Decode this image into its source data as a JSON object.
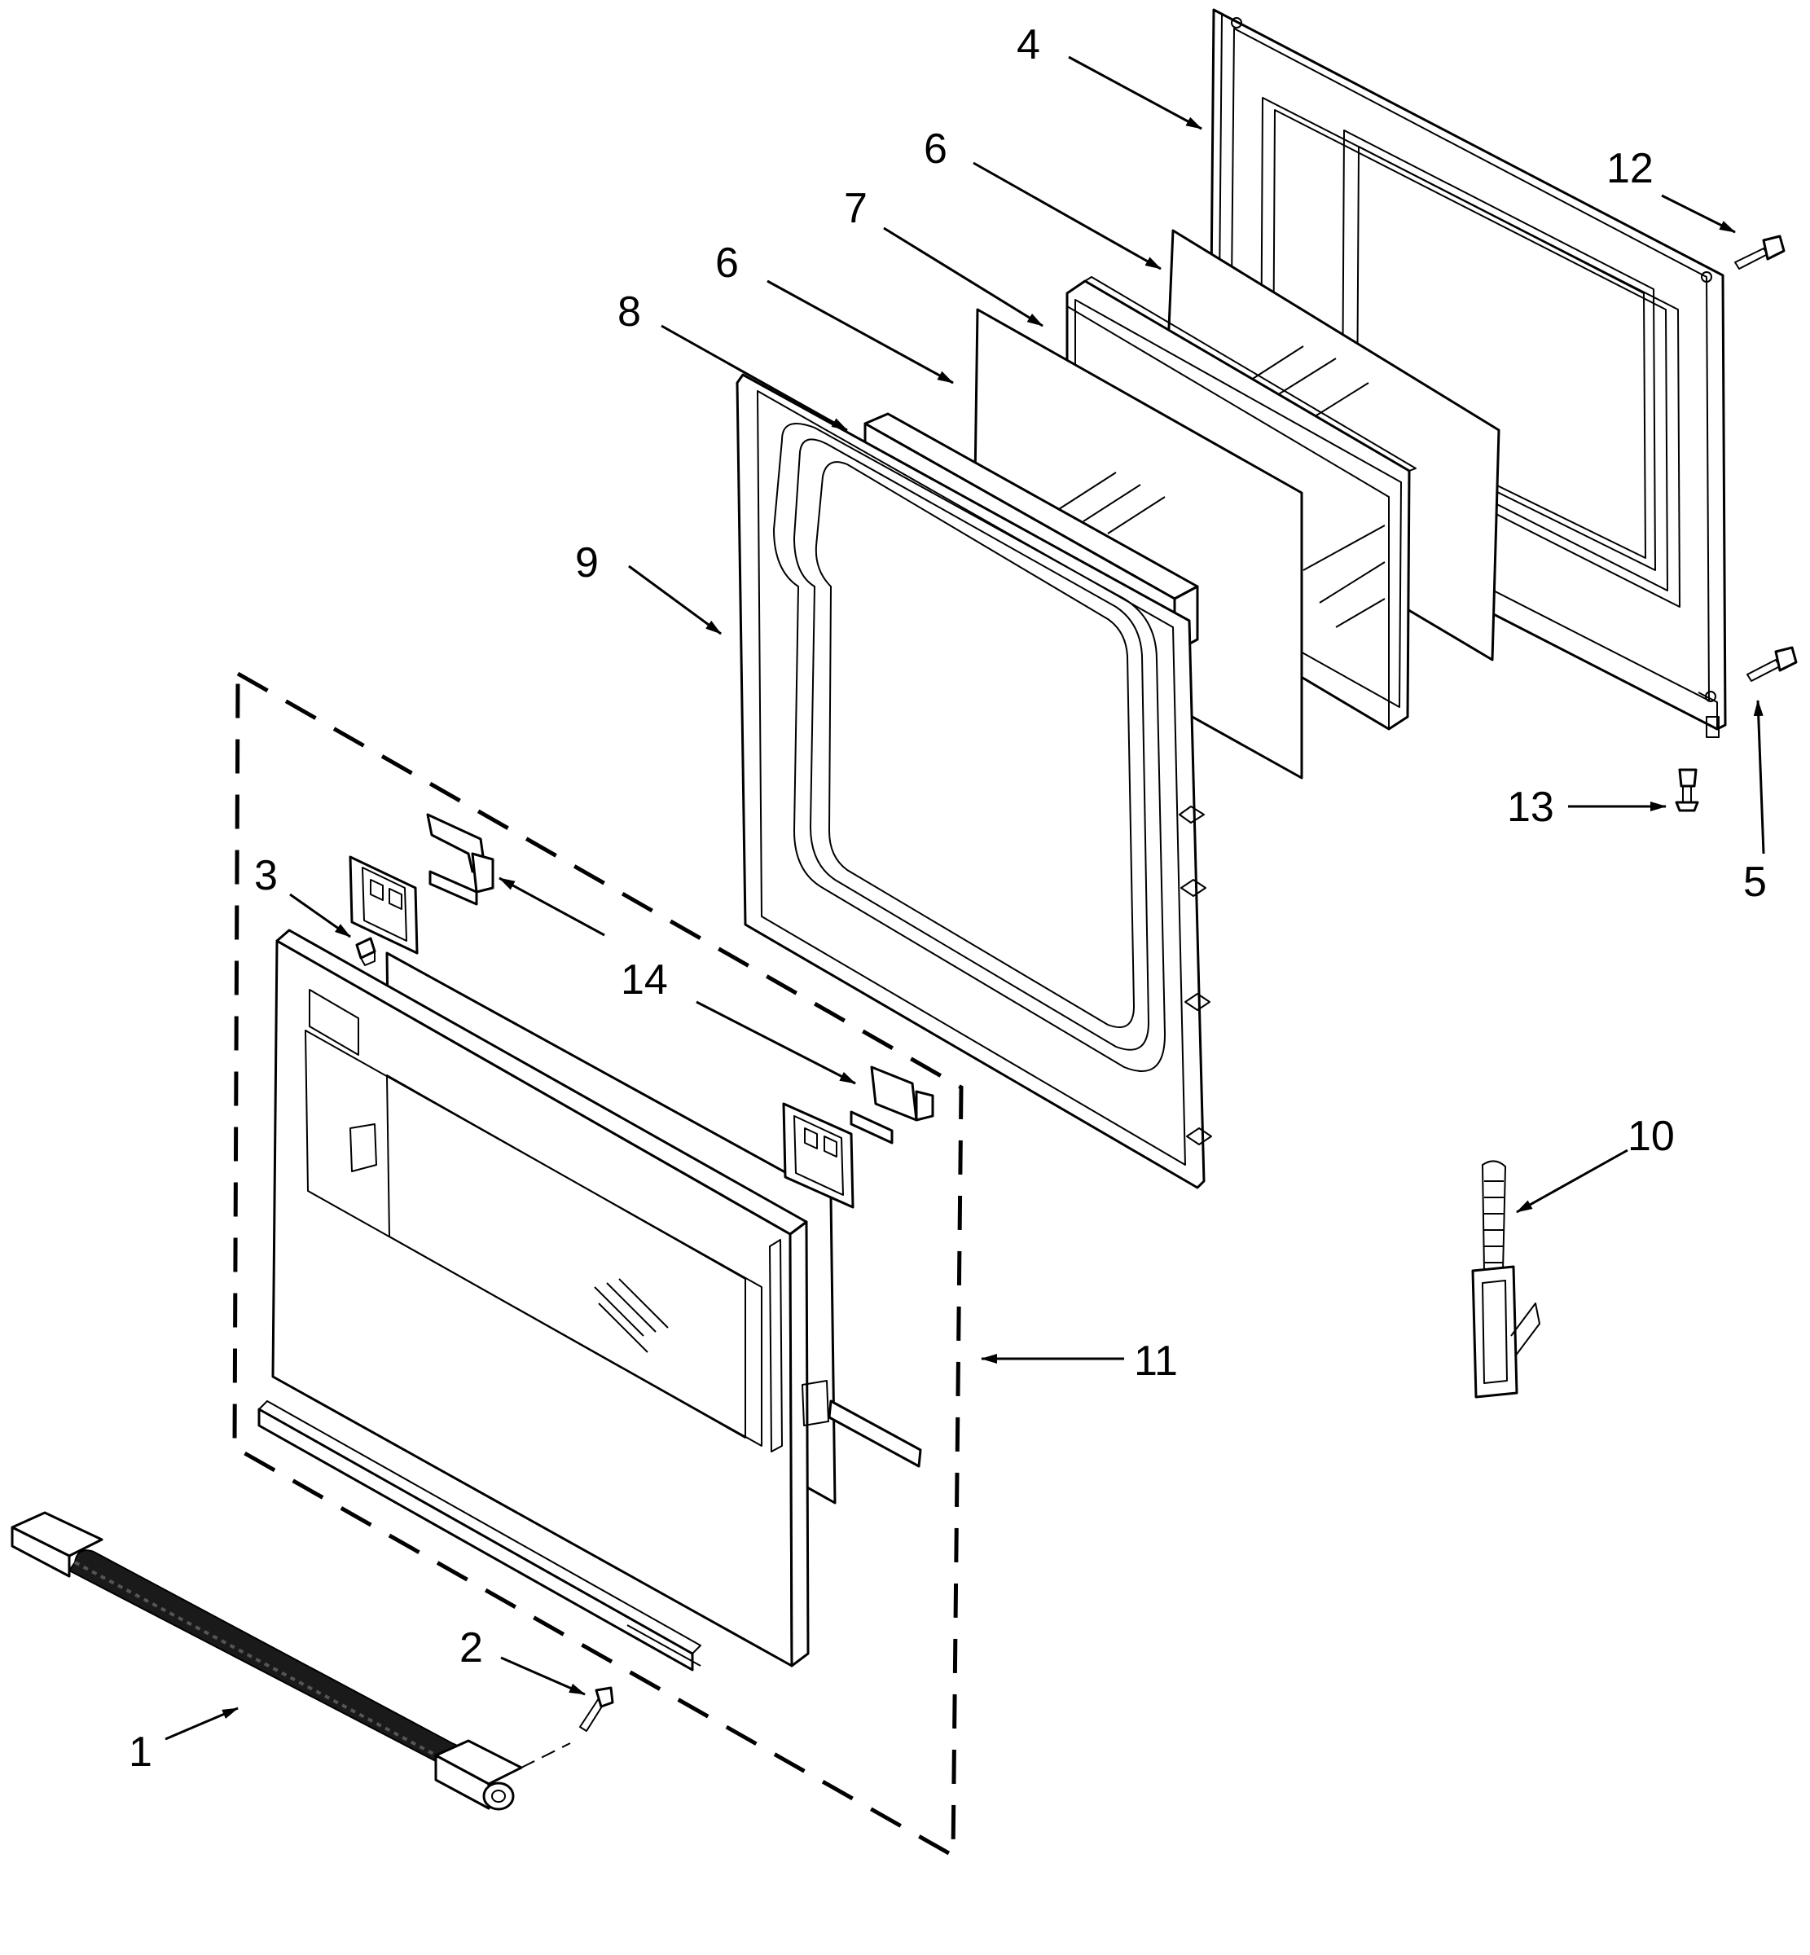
{
  "callouts": {
    "c1": "1",
    "c2": "2",
    "c3": "3",
    "c4": "4",
    "c5": "5",
    "c6a": "6",
    "c6b": "6",
    "c7": "7",
    "c8": "8",
    "c9": "9",
    "c10": "10",
    "c11": "11",
    "c12": "12",
    "c13": "13",
    "c14": "14"
  },
  "colors": {
    "line": "#000000",
    "background": "#ffffff",
    "shade": "#d9d9d9"
  }
}
